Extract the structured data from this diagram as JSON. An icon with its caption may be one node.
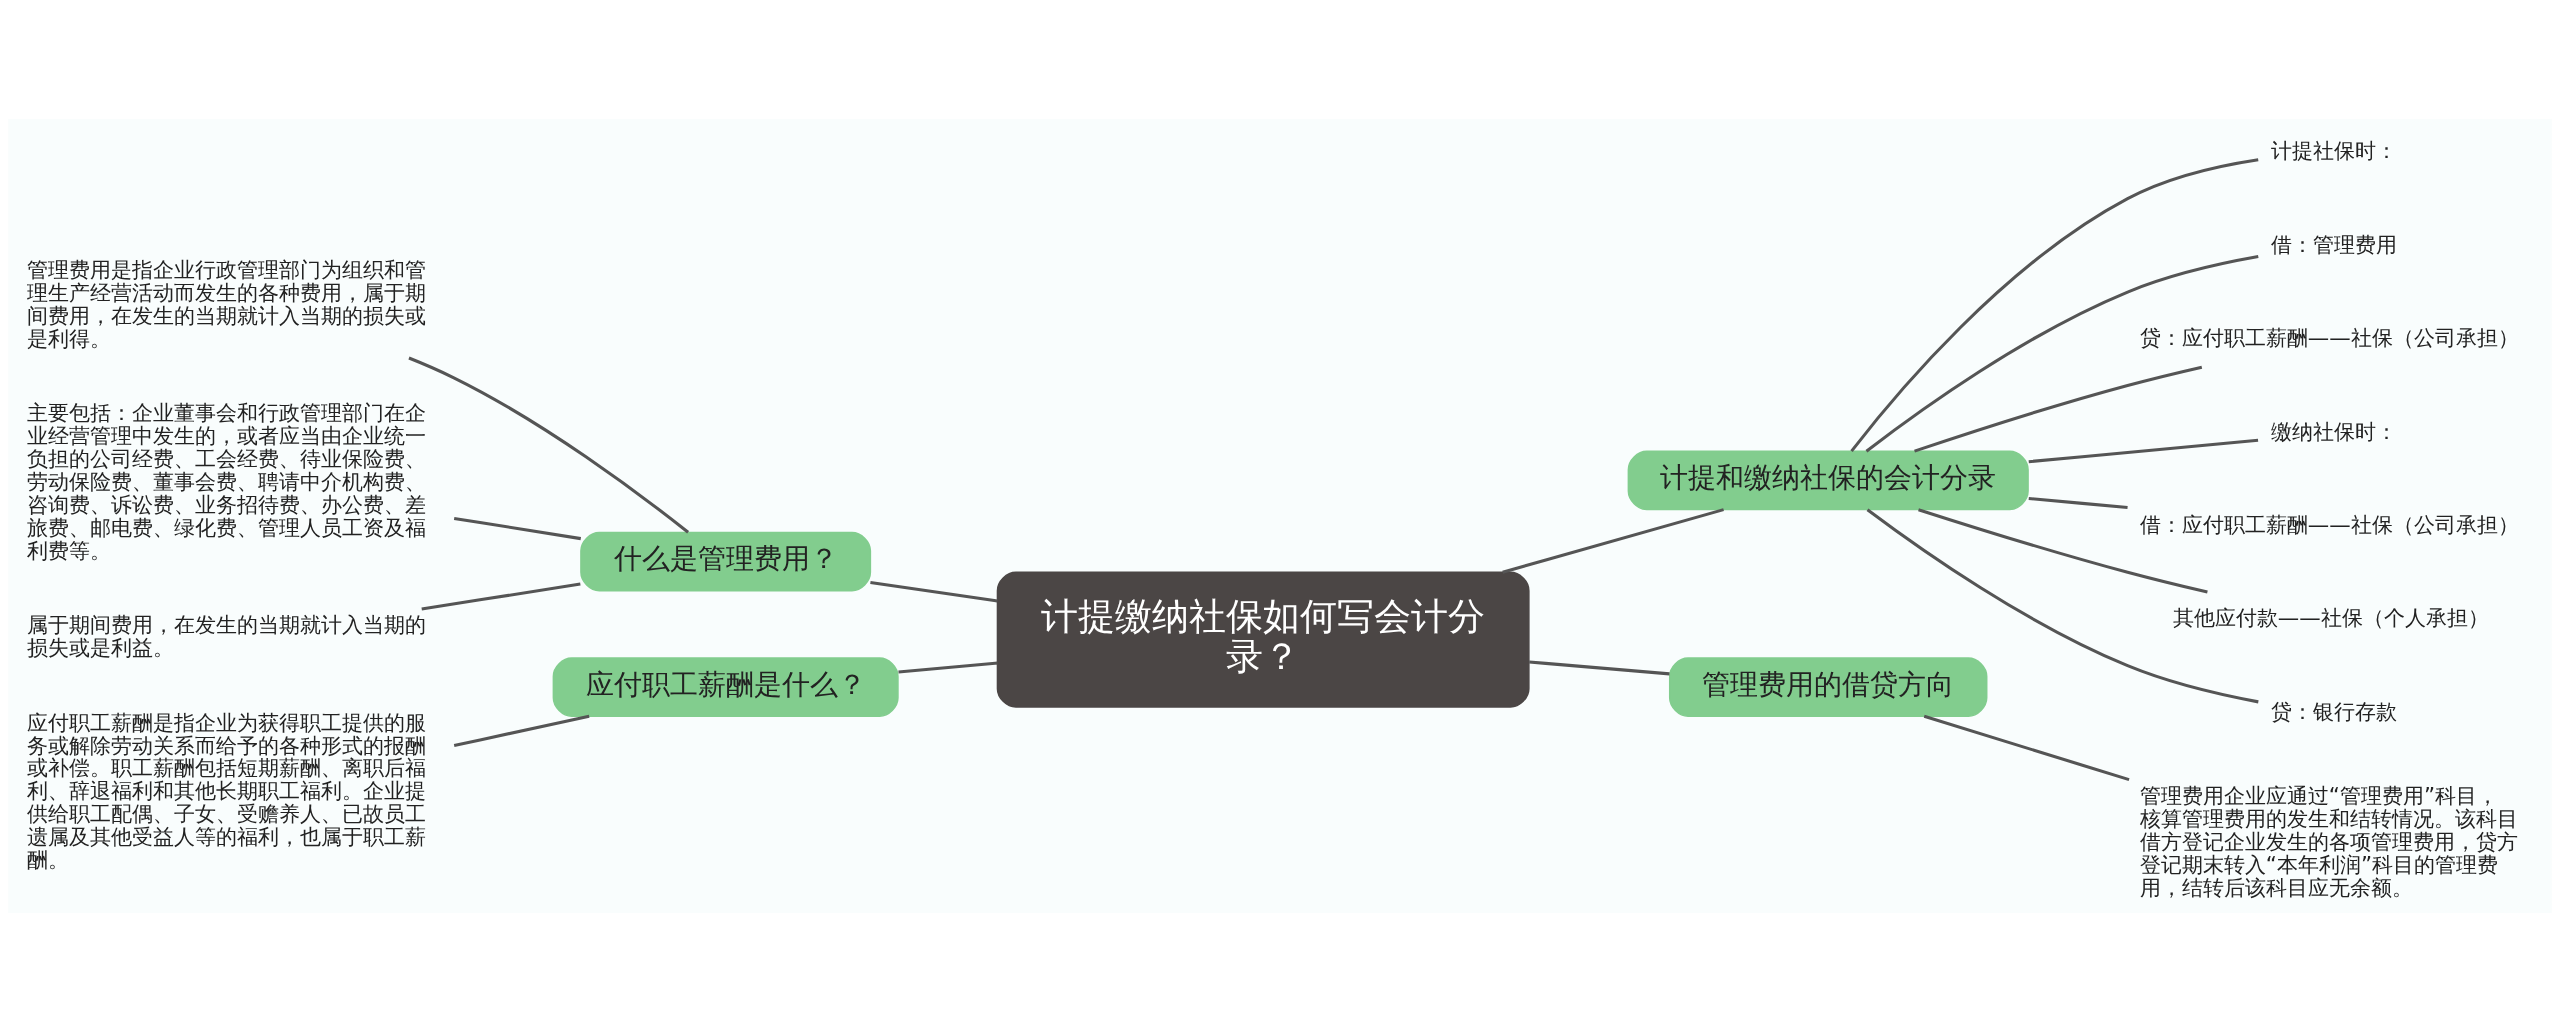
{
  "diagram": {
    "nodes": [
      {
        "text": [
          "计提缴纳社保如何写会计分录？"
        ]
      },
      {
        "text": [
          "什么是管理费用？"
        ]
      },
      {
        "text": [
          "管理费用是指企业行政管理部门为组织和管理生产经营活动而发生的各种费用，属于期间费用，在发生的当期就计入当期的损失或是利得。"
        ]
      },
      {
        "text": [
          "主要包括：企业董事会和行政管理部门在企业经营管理中发生的，或者应当由企业统一负担的公司经费、工会经费、待业保险费、劳动保险费、董事会费、聘请中介机构费、咨询费、诉讼费、业务招待费、办公费、差旅费、邮电费、绿化费、管理人员工资及福利费等。"
        ]
      },
      {
        "text": [
          "属于期间费用，在发生的当期就计入当期的损失或是利益。"
        ]
      },
      {
        "text": [
          "应付职工薪酬是什么？"
        ]
      },
      {
        "text": [
          "应付职工薪酬是指企业为获得职工提供的服务或解除劳动关系而给予的各种形式的报酬或补偿。职工薪酬包括短期薪酬、离职后福利、辞退福利和其他长期职工福利。企业提供给职工配偶、子女、受赡养人、已故员工遗属及其他受益人等的福利，也属于职工薪酬。"
        ]
      },
      {
        "text": [
          "计提和缴纳社保的会计分录"
        ]
      },
      {
        "text": [
          "计提社保时："
        ]
      },
      {
        "text": [
          "借：管理费用"
        ]
      },
      {
        "text": [
          "贷：应付职工薪酬——社保（公司承担）"
        ]
      },
      {
        "text": [
          "缴纳社保时："
        ]
      },
      {
        "text": [
          "借：应付职工薪酬——社保（公司承担）"
        ]
      },
      {
        "text": [
          "其他应付款——社保（个人承担）"
        ]
      },
      {
        "text": [
          "贷：银行存款"
        ]
      },
      {
        "text": [
          "管理费用的借贷方向"
        ]
      },
      {
        "text": [
          "管理费用企业应通过“管理费用”科目，核算管理费用的发生和结转情况。该科目借方登记企业发生的各项管理费用，贷方登记期末转入“本年利润”科目的管理费用，结转后该科目应无余额。"
        ]
      }
    ],
    "edges": [
      {
        "from": 1,
        "to": 0,
        "arrow": "none"
      },
      {
        "from": 2,
        "to": 1,
        "arrow": "none"
      },
      {
        "from": 3,
        "to": 1,
        "arrow": "none"
      },
      {
        "from": 4,
        "to": 1,
        "arrow": "none"
      },
      {
        "from": 5,
        "to": 0,
        "arrow": "none"
      },
      {
        "from": 6,
        "to": 5,
        "arrow": "none"
      },
      {
        "from": 0,
        "to": 7,
        "arrow": "none"
      },
      {
        "from": 7,
        "to": 8,
        "arrow": "none"
      },
      {
        "from": 7,
        "to": 9,
        "arrow": "none"
      },
      {
        "from": 7,
        "to": 10,
        "arrow": "none"
      },
      {
        "from": 7,
        "to": 11,
        "arrow": "none"
      },
      {
        "from": 7,
        "to": 12,
        "arrow": "none"
      },
      {
        "from": 7,
        "to": 13,
        "arrow": "none"
      },
      {
        "from": 7,
        "to": 14,
        "arrow": "none"
      },
      {
        "from": 0,
        "to": 15,
        "arrow": "none"
      },
      {
        "from": 15,
        "to": 16,
        "arrow": "none"
      }
    ]
  }
}
